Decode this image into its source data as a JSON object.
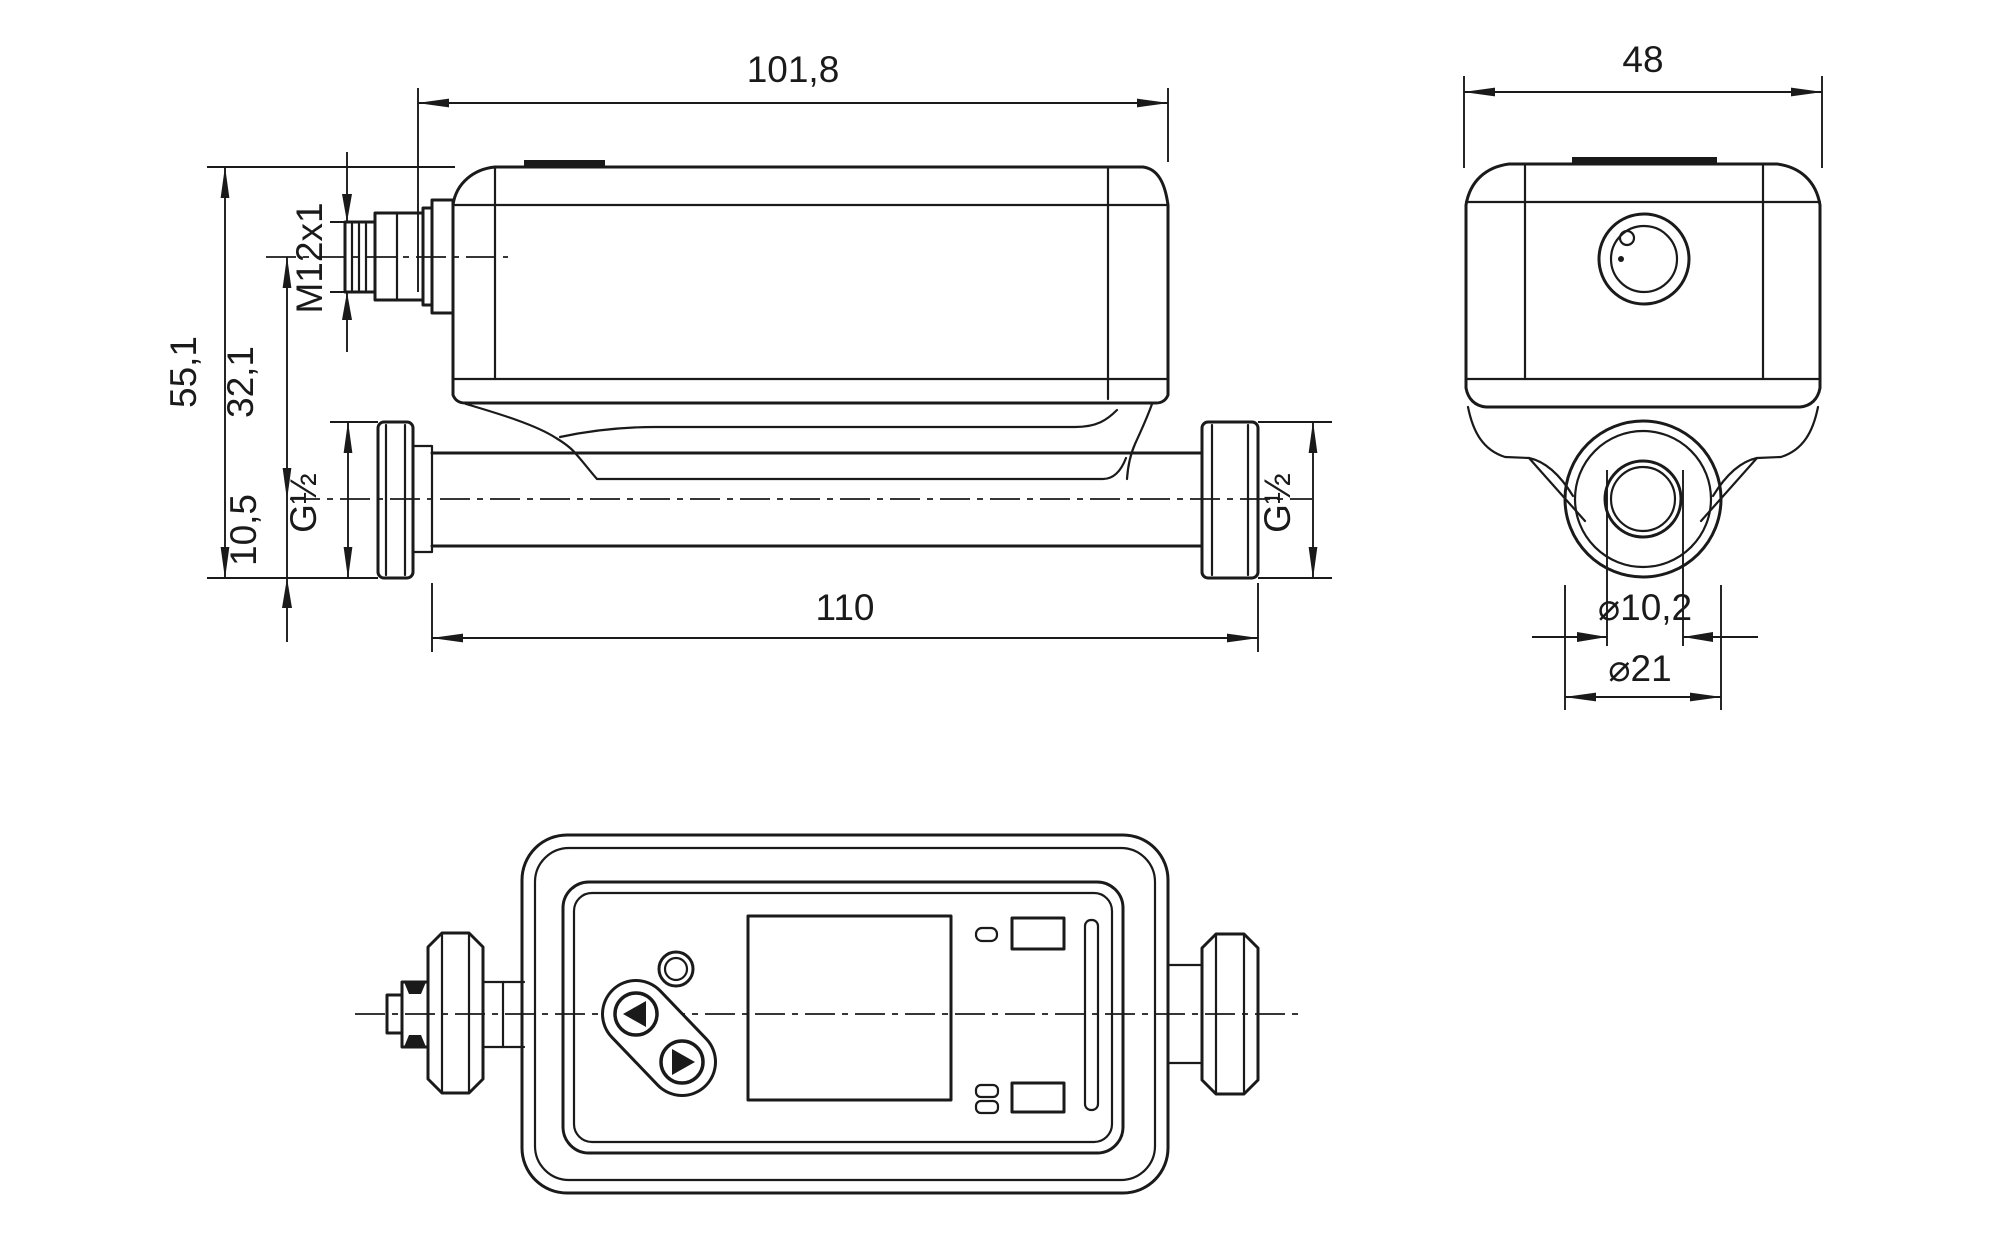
{
  "drawing": {
    "type": "technical-dimension-drawing",
    "line_color": "#1a1a1a",
    "background": "#ffffff",
    "views": {
      "side": {
        "dims": {
          "overall_width": "101,8",
          "overall_height": "55,1",
          "axis_height": "32,1",
          "pipe_lower_offset": "10,5",
          "connector_thread": "M12x1",
          "process_thread_left": "G½",
          "process_thread_right": "G½",
          "pipe_length": "110"
        }
      },
      "front": {
        "dims": {
          "overall_depth": "48",
          "bore_diameter": "⌀10,2",
          "adapter_diameter": "⌀21"
        }
      },
      "bottom": {
        "dims": {}
      }
    }
  }
}
